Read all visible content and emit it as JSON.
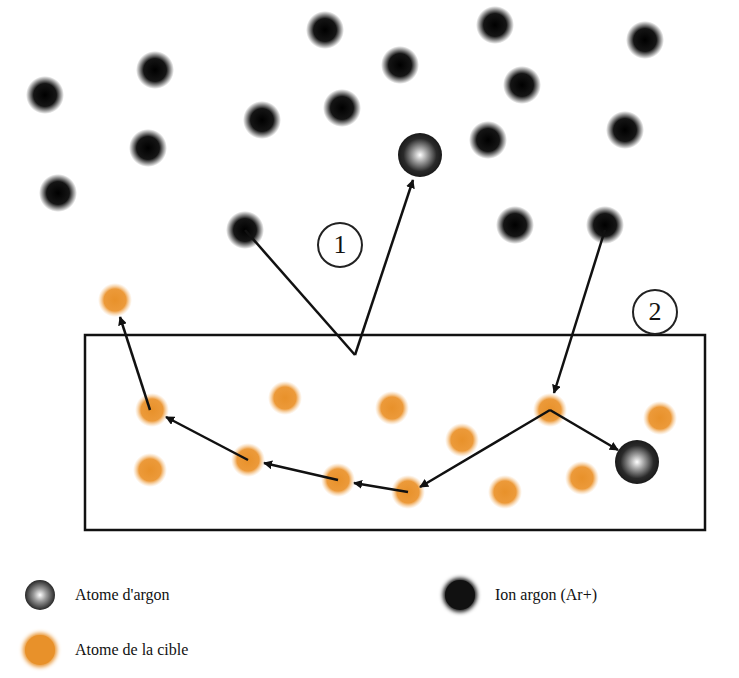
{
  "diagram": {
    "nodes": [
      {
        "text": [
          "1"
        ]
      },
      {
        "text": [
          "2"
        ]
      }
    ],
    "legend": [
      {
        "text": "Atome d'argon"
      },
      {
        "text": "Ion argon (Ar+)",
        "color": "#111111"
      },
      {
        "text": "Atome de la cible",
        "color": "#e8912a"
      }
    ]
  }
}
